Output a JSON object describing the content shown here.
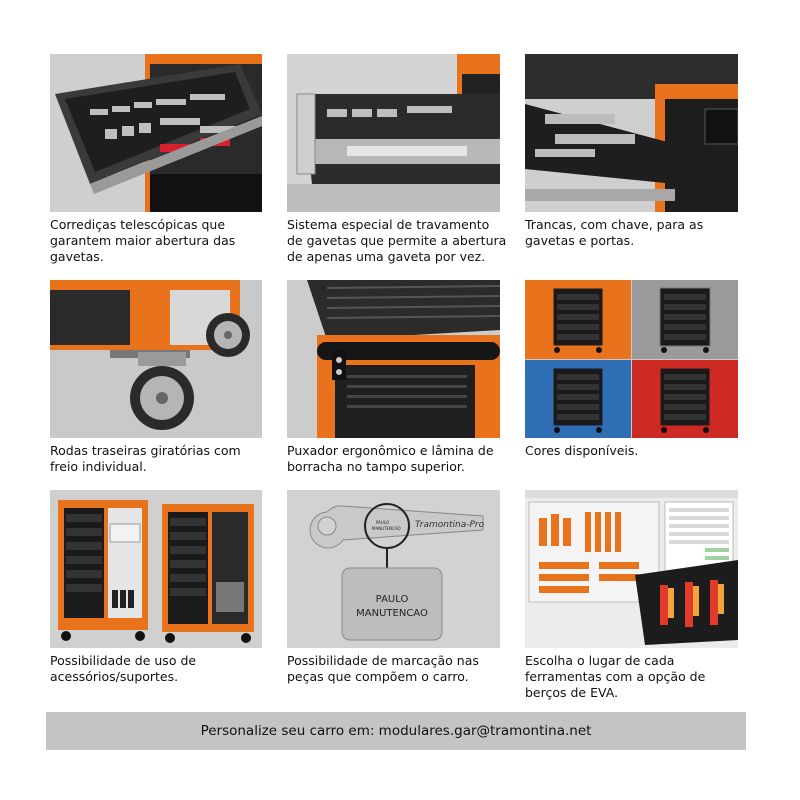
{
  "captions": [
    [
      "Corrediças telescópicas que",
      "garantem maior abertura das",
      "gavetas."
    ],
    [
      "Sistema especial de travamento",
      "de gavetas que permite a abertura",
      "de apenas uma gaveta por vez."
    ],
    [
      "Trancas, com chave, para as",
      "gavetas e portas."
    ],
    [
      "Rodas traseiras giratórias com",
      "freio individual."
    ],
    [
      "Puxador ergonômico e lâmina de",
      "borracha no tampo superior."
    ],
    [
      "Cores disponíveis."
    ],
    [
      "Possibilidade de uso de",
      "acessórios/suportes."
    ],
    [
      "Possibilidade de marcação nas",
      "peças que compõem o carro."
    ],
    [
      "Escolha o lugar de cada",
      "ferramentas com a opção de",
      "berços de EVA."
    ]
  ],
  "engraving": {
    "tool_brand": "Tramontina-Pro",
    "name_line1": "PAULO",
    "name_line2": "MANUTENCAO",
    "small_line1": "PAULO",
    "small_line2": "MANUTENCAO"
  },
  "footer": {
    "text": "Personalize seu carro em: modulares.gar@tramontina.net"
  },
  "colors": {
    "orange": "#e8731c",
    "black": "#1a1a1a",
    "blue": "#2f6db5",
    "red": "#cc2a22",
    "grey": "#9a9a9a"
  }
}
